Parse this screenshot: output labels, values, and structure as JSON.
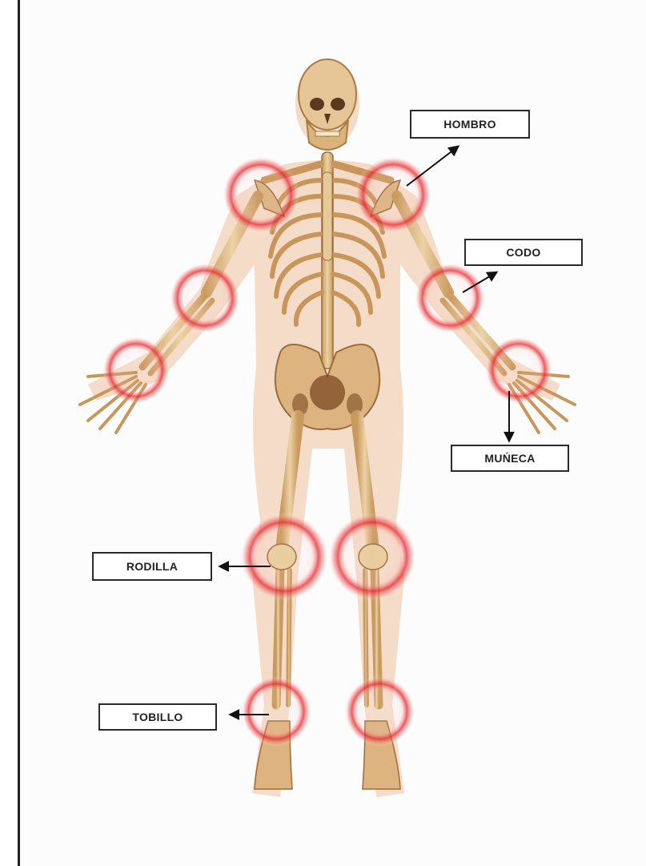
{
  "labels": {
    "shoulder": "HOMBRO",
    "elbow": "CODO",
    "wrist": "MUŃECA",
    "knee": "RODILLA",
    "ankle": "TOBILLO"
  },
  "colors": {
    "bone": "#dcb98a",
    "bone_dark": "#b8874f",
    "skin": "#f3d6bf",
    "joint_highlight": "#e2262c",
    "frame": "#222222"
  },
  "icons": {
    "arrow": "arrow-icon",
    "joint": "joint-highlight-icon"
  }
}
